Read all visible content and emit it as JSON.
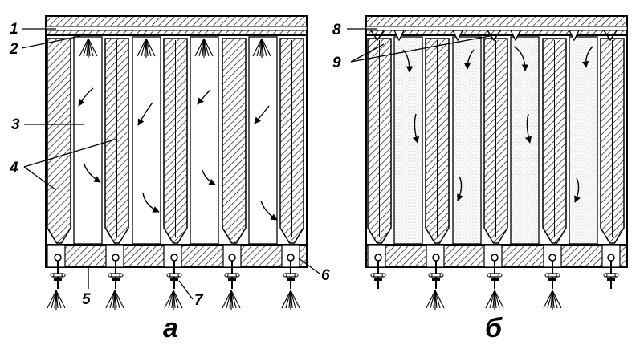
{
  "callouts": [
    "1",
    "2",
    "3",
    "4",
    "5",
    "6",
    "7",
    "8",
    "9"
  ],
  "captions": {
    "left": "а",
    "right": "б"
  },
  "colors": {
    "ink": "#000000",
    "paper": "#ffffff",
    "stipple": "#9a9a9a"
  }
}
